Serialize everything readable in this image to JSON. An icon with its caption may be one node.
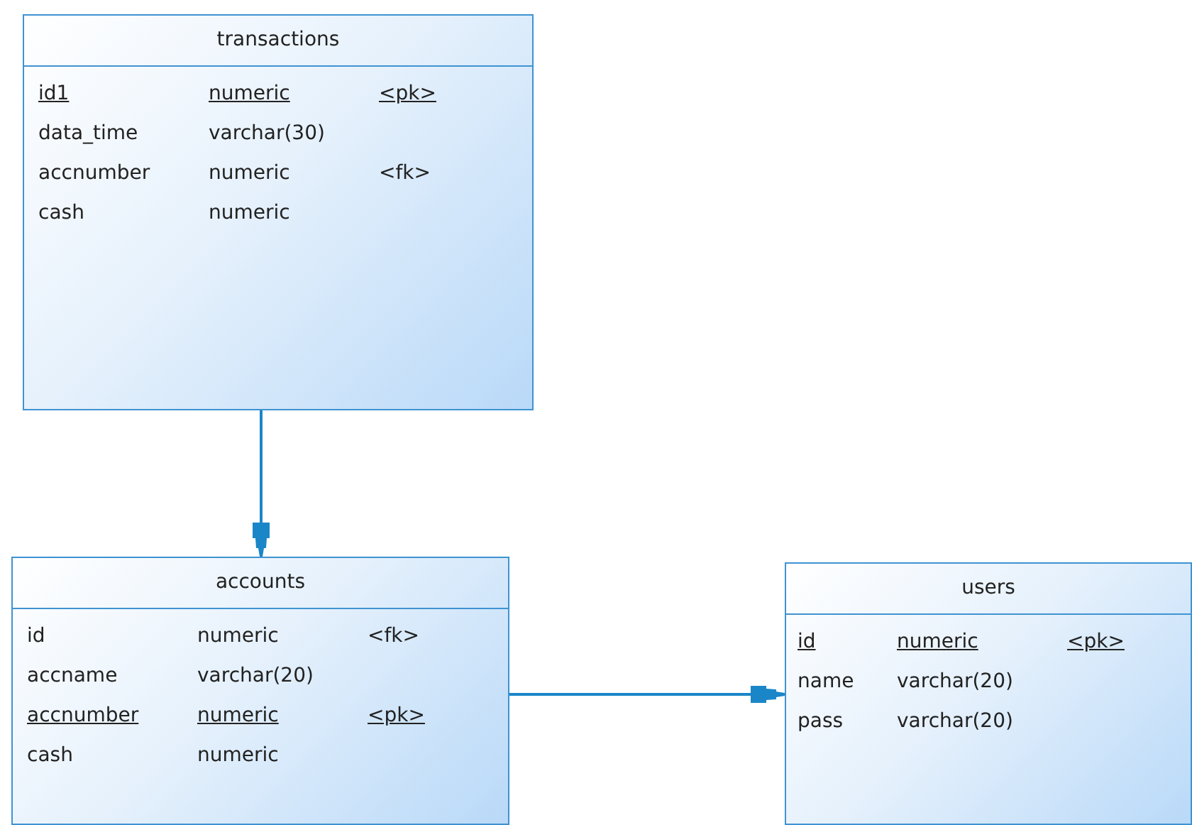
{
  "diagram": {
    "nodes": [
      {
        "text": [
          "transactions",
          "id1",
          "numeric",
          "<pk>",
          "data_time",
          "varchar(30)",
          "accnumber",
          "numeric",
          "<fk>",
          "cash",
          "numeric"
        ]
      },
      {
        "text": [
          "accounts",
          "id",
          "numeric",
          "<fk>",
          "accname",
          "varchar(20)",
          "accnumber",
          "numeric",
          "<pk>",
          "cash",
          "numeric"
        ]
      },
      {
        "text": [
          "users",
          "id",
          "numeric",
          "<pk>",
          "name",
          "varchar(20)",
          "pass",
          "varchar(20)"
        ]
      }
    ],
    "edges": [
      {
        "from": 0,
        "to": 1,
        "arrow": "to"
      },
      {
        "from": 1,
        "to": 2,
        "arrow": "to"
      }
    ]
  }
}
